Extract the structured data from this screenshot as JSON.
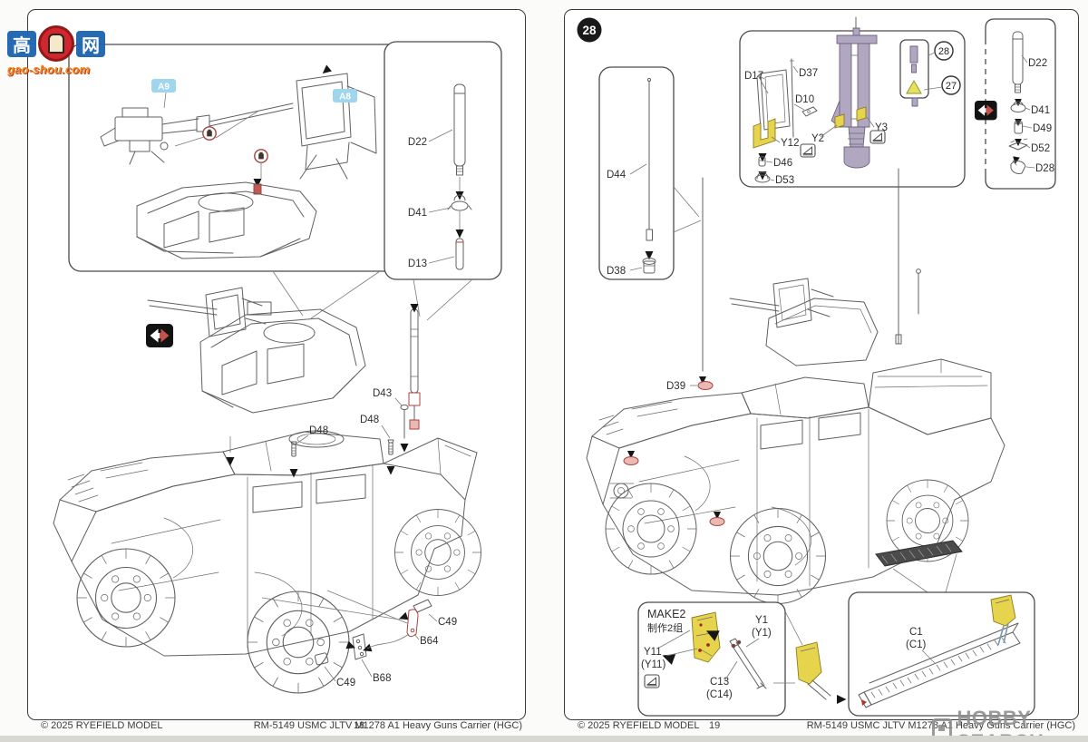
{
  "watermarks": {
    "gaoshou": {
      "char_left": "高",
      "char_right": "网",
      "domain": "gao-shou.com"
    },
    "hobbysearch": "HOBBY SEARCH"
  },
  "left_page": {
    "box_a": {
      "a9": "A9",
      "a8": "A8"
    },
    "box_b": {
      "d22": "D22",
      "d41": "D41",
      "d13": "D13"
    },
    "main": {
      "d43": "D43",
      "d48": "D48",
      "c49": "C49",
      "b64": "B64",
      "b68": "B68"
    },
    "footer": {
      "copyright": "© 2025 RYEFIELD MODEL",
      "page_number": "18",
      "kit_name": "RM-5149 USMC JLTV M1278 A1 Heavy Guns Carrier (HGC)"
    }
  },
  "right_page": {
    "step_number": "28",
    "box_antenna": {
      "d44": "D44",
      "d38": "D38"
    },
    "box_mount": {
      "d17": "D17",
      "d37": "D37",
      "d10": "D10",
      "y12": "Y12",
      "d46": "D46",
      "d53": "D53",
      "y2": "Y2",
      "y3": "Y3",
      "badge_28": "28",
      "badge_27": "27"
    },
    "box_parts": {
      "d22": "D22",
      "d41": "D41",
      "d49": "D49",
      "d52": "D52",
      "d28": "D28"
    },
    "main": {
      "d39": "D39"
    },
    "box_make2": {
      "title": "MAKE2",
      "subtitle": "制作2组",
      "y11": "Y11",
      "y11_alt": "(Y11)",
      "y1": "Y1",
      "y1_alt": "(Y1)",
      "c13": "C13",
      "c13_alt": "(C14)"
    },
    "box_c1": {
      "c1": "C1",
      "c1_alt": "(C1)"
    },
    "footer": {
      "copyright": "© 2025 RYEFIELD MODEL",
      "page_number": "19",
      "kit_name": "RM-5149 USMC JLTV M1278 A1 Heavy Guns Carrier (HGC)"
    }
  },
  "colors": {
    "label_badge_bg": "#9fd6ee",
    "highlight_red": "#b43c35",
    "pe_yellow": "#e6d44c",
    "part_purple": "#b2a7c1"
  }
}
